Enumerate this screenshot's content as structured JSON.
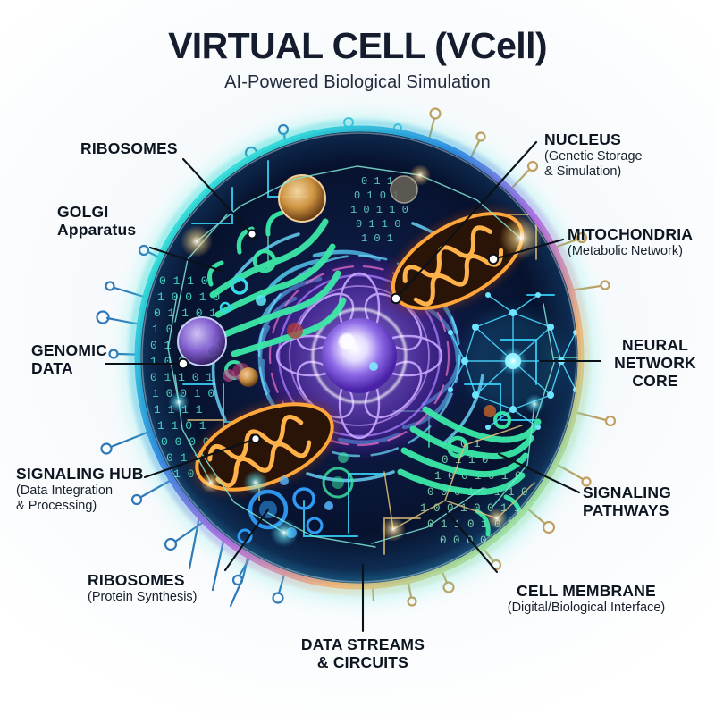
{
  "header": {
    "title": "VIRTUAL CELL (VCell)",
    "subtitle": "AI-Powered Biological Simulation"
  },
  "colors": {
    "background": "#ffffff",
    "title_text": "#141c2e",
    "leader_line": "#0b1118",
    "membrane_cyan": "#35e0d8",
    "membrane_green": "#55e39a",
    "membrane_blue": "#2e7fd4",
    "membrane_violet": "#b06de0",
    "membrane_gold": "#e8c87a",
    "cytoplasm_dark": "#0a1430",
    "nucleus_violet": "#8a4cf0",
    "nucleus_core": "#ffffff",
    "mitochondria_orange": "#ff9a2a",
    "golgi_green": "#3ce8a8",
    "neural_cyan": "#29c8ff",
    "ribosome_blue": "#2f9bf5",
    "binary_text": "#4ff0d8",
    "circuit_gold": "#d8b76a"
  },
  "labels": [
    {
      "id": "ribosomes-top",
      "heading": "RIBOSOMES",
      "sub": ""
    },
    {
      "id": "golgi",
      "heading": "GOLGI",
      "sub": "Apparatus"
    },
    {
      "id": "genomic-data",
      "heading": "GENOMIC\nDATA",
      "sub": ""
    },
    {
      "id": "signaling-hub",
      "heading": "SIGNALING HUB",
      "sub": "(Data Integration\n& Processing)"
    },
    {
      "id": "ribosomes-bottom",
      "heading": "RIBOSOMES",
      "sub": "(Protein Synthesis)"
    },
    {
      "id": "data-streams",
      "heading": "DATA STREAMS\n& CIRCUITS",
      "sub": ""
    },
    {
      "id": "cell-membrane",
      "heading": "CELL MEMBRANE",
      "sub": "(Digital/Biological Interface)"
    },
    {
      "id": "signaling-pathways",
      "heading": "SIGNALING\nPATHWAYS",
      "sub": ""
    },
    {
      "id": "neural-core",
      "heading": "NEURAL\nNETWORK\nCORE",
      "sub": ""
    },
    {
      "id": "mitochondria",
      "heading": "MITOCHONDRIA",
      "sub": "(Metabolic Network)"
    },
    {
      "id": "nucleus",
      "heading": "NUCLEUS",
      "sub": "(Genetic Storage\n& Simulation)"
    }
  ],
  "label_text": {
    "ribosomes_top": "RIBOSOMES",
    "golgi_head": "GOLGI",
    "golgi_sub": "Apparatus",
    "genomic_line1": "GENOMIC",
    "genomic_line2": "DATA",
    "signaling_hub_head": "SIGNALING HUB",
    "signaling_hub_sub1": "(Data Integration",
    "signaling_hub_sub2": "& Processing)",
    "ribosomes_bottom_head": "RIBOSOMES",
    "ribosomes_bottom_sub": "(Protein Synthesis)",
    "data_streams_line1": "DATA STREAMS",
    "data_streams_line2": "& CIRCUITS",
    "cell_membrane_head": "CELL MEMBRANE",
    "cell_membrane_sub": "(Digital/Biological Interface)",
    "signaling_pathways_line1": "SIGNALING",
    "signaling_pathways_line2": "PATHWAYS",
    "neural_line1": "NEURAL",
    "neural_line2": "NETWORK",
    "neural_line3": "CORE",
    "mitochondria_head": "MITOCHONDRIA",
    "mitochondria_sub": "(Metabolic Network)",
    "nucleus_head": "NUCLEUS",
    "nucleus_sub1": "(Genetic Storage",
    "nucleus_sub2": "& Simulation)"
  },
  "binary_strings": [
    "1010",
    "0110",
    "1001",
    "0011",
    "1101",
    "0101",
    "1110",
    "0001",
    "1011",
    "0100",
    "1000",
    "0111",
    "1100",
    "0010",
    "1111",
    "0000"
  ]
}
